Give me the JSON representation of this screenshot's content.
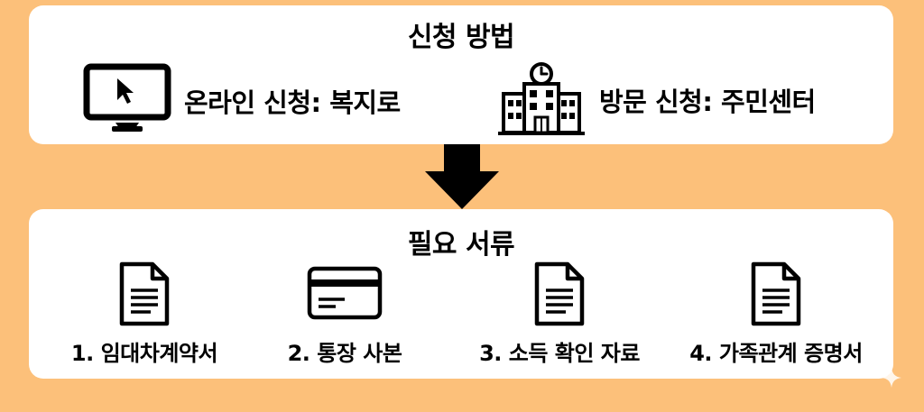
{
  "method_section": {
    "title": "신청 방법",
    "online": {
      "label": "온라인 신청: 복지로",
      "icon": "computer-monitor-icon"
    },
    "visit": {
      "label": "방문 신청: 주민센터",
      "icon": "building-icon"
    }
  },
  "flow_arrow": {
    "icon": "arrow-down-icon"
  },
  "docs_section": {
    "title": "필요 서류",
    "items": [
      {
        "label": "1. 임대차계약서",
        "icon": "document-icon"
      },
      {
        "label": "2. 통장 사본",
        "icon": "bank-card-icon"
      },
      {
        "label": "3. 소득 확인 자료",
        "icon": "document-icon"
      },
      {
        "label": "4. 가족관계 증명서",
        "icon": "document-icon"
      }
    ]
  },
  "colors": {
    "background": "#FCC07A",
    "card": "#FFFFFF",
    "text": "#000000"
  }
}
